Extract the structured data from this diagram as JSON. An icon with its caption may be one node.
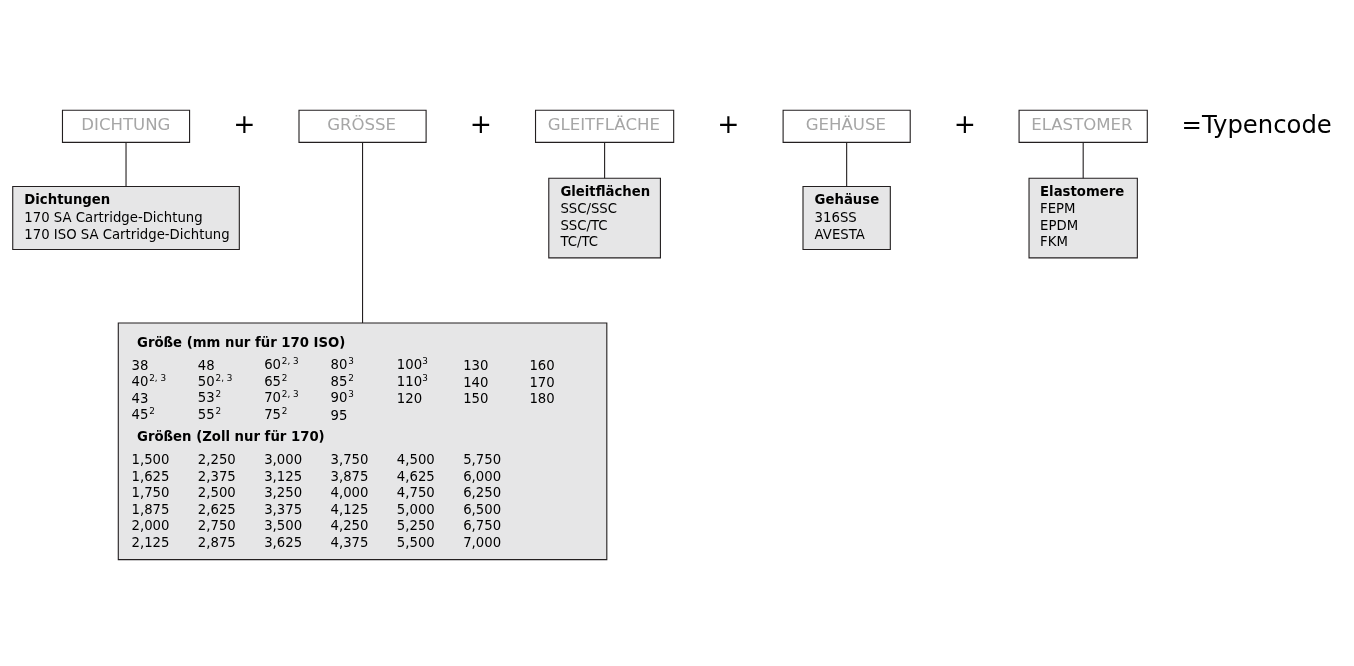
{
  "diagram": {
    "nodes": [
      {
        "text": [
          "DICHTUNG"
        ]
      },
      {
        "text": [
          "GRÖSSE"
        ]
      },
      {
        "text": [
          "GLEITFLÄCHE"
        ]
      },
      {
        "text": [
          "GEHÄUSE"
        ]
      },
      {
        "text": [
          "ELASTOMER"
        ]
      },
      {
        "text": [
          "Dichtungen",
          "170 SA Cartridge-Dichtung",
          "170 ISO SA Cartridge-Dichtung"
        ]
      },
      {
        "text": [
          "Größe (mm nur für 170 ISO)",
          "38",
          "48",
          "60$^{2, 3}$",
          "80$^{3}$",
          "100$^{3}$",
          "130",
          "160",
          "40$^{2, 3}$",
          "50$^{2, 3}$",
          "65$^{2}$",
          "85$^{2}$",
          "110$^{3}$",
          "140",
          "170",
          "43",
          "53$^{2}$",
          "70$^{2, 3}$",
          "90$^{3}$",
          "120",
          "150",
          "180",
          "45$^{2}$",
          "55$^{2}$",
          "75$^{2}$",
          "95",
          "Größen (Zoll nur für 170)",
          "1,500",
          "2,250",
          "3,000",
          "3,750",
          "4,500",
          "5,750",
          "1,625",
          "2,375",
          "3,125",
          "3,875",
          "4,625",
          "6,000",
          "1,750",
          "2,500",
          "3,250",
          "4,000",
          "4,750",
          "6,250",
          "1,875",
          "2,625",
          "3,375",
          "4,125",
          "5,000",
          "6,500",
          "2,000",
          "2,750",
          "3,500",
          "4,250",
          "5,250",
          "6,750",
          "2,125",
          "2,875",
          "3,625",
          "4,375",
          "5,500",
          "7,000"
        ]
      },
      {
        "text": [
          "Gleitflächen",
          "SSC/SSC",
          "SSC/TC",
          "TC/TC"
        ]
      },
      {
        "text": [
          "Gehäuse",
          "316SS",
          "AVESTA"
        ]
      },
      {
        "text": [
          "Elastomere",
          "FEPM",
          "EPDM",
          "FKM"
        ]
      }
    ],
    "edges": [
      {
        "from": 0,
        "to": 5,
        "arrow": "none"
      },
      {
        "from": 1,
        "to": 6,
        "arrow": "none"
      },
      {
        "from": 2,
        "to": 7,
        "arrow": "none"
      },
      {
        "from": 3,
        "to": 8,
        "arrow": "none"
      },
      {
        "from": 4,
        "to": 9,
        "arrow": "none"
      }
    ],
    "labels": [
      "+",
      "+",
      "+",
      "+",
      "=Typencode"
    ]
  }
}
